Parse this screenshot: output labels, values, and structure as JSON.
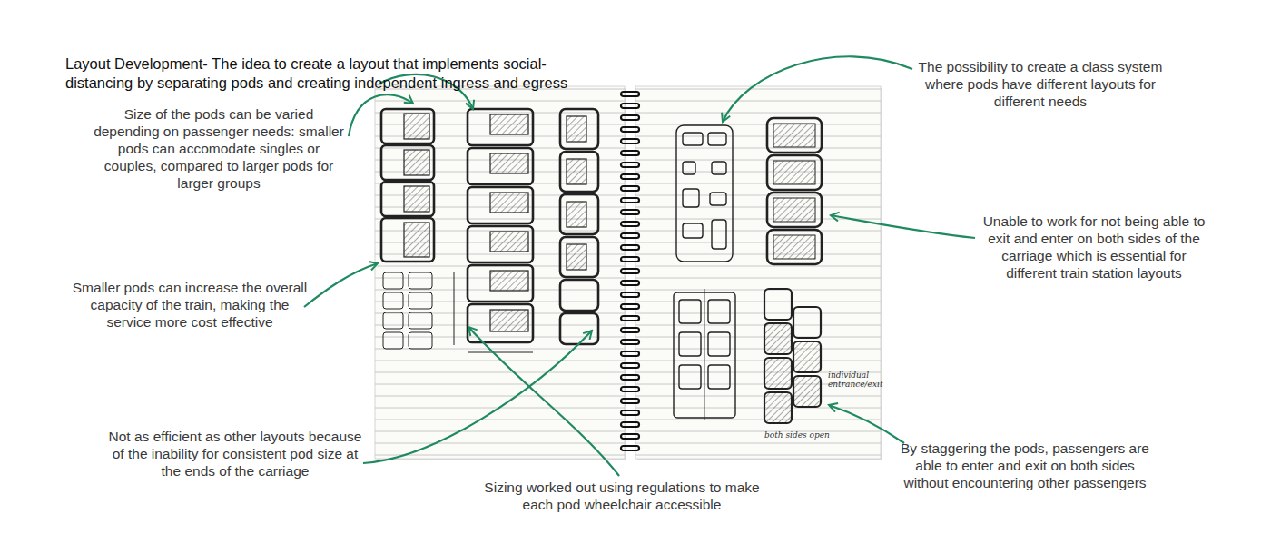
{
  "diagram": {
    "title": "Layout Development- The idea to create a layout that implements social-distancing by separating pods and creating independent ingress and egress",
    "labels": [
      "Size of the pods can be varied depending on passenger needs: smaller pods can accomodate singles or couples, compared to larger pods for larger groups",
      "Smaller pods can increase the overall capacity of the train, making the service more cost effective",
      "Not as efficient as other layouts because of the inability for consistent pod size at the ends of the carriage",
      "Sizing worked out using regulations to make each pod wheelchair accessible",
      "The possibility to create a class system where pods have different layouts for different needs",
      "Unable to work for not being able to exit and enter on both sides of the carriage which is essential for different train station layouts",
      "By staggering the pods, passengers are able to enter and exit on both sides without encountering other passengers",
      "individual entrance/exit",
      "both sides open"
    ]
  }
}
